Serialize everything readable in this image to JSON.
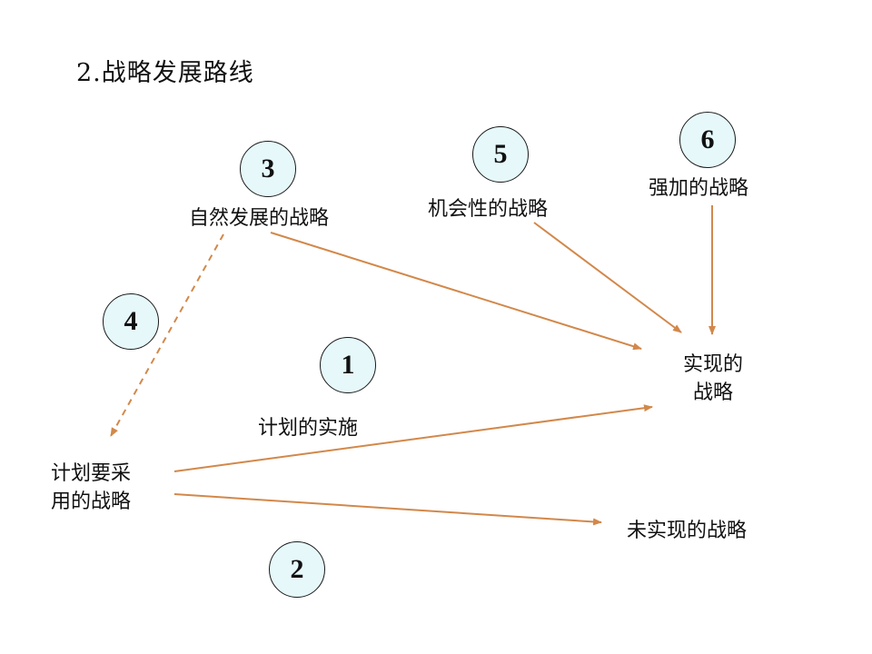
{
  "title": "2.战略发展路线",
  "badges": {
    "n1": "1",
    "n2": "2",
    "n3": "3",
    "n4": "4",
    "n5": "5",
    "n6": "6"
  },
  "labels": {
    "emergent": "自然发展的战略",
    "opportunistic": "机会性的战略",
    "imposed": "强加的战略",
    "implementation": "计划的实施",
    "intended_line1": "计划要采",
    "intended_line2": "用的战略",
    "realized_line1": "实现的",
    "realized_line2": "战略",
    "unrealized": "未实现的战略"
  },
  "colors": {
    "arrow": "#d2884a",
    "badge_fill": "#e6f8fa",
    "badge_border": "#1a1a1a",
    "text": "#111111"
  }
}
